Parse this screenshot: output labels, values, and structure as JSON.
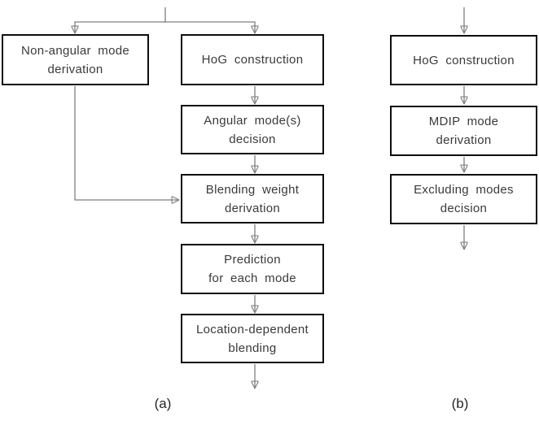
{
  "colors": {
    "box_border": "#0d0d0d",
    "box_fill": "#ffffff",
    "text": "#3a3a3a",
    "connector_line": "#7f7f7f",
    "arrowhead": "#111111"
  },
  "diagram_a": {
    "caption": "(a)",
    "boxes": {
      "non_angular": "Non-angular mode\nderivation",
      "hog": "HoG construction",
      "angular": "Angular mode(s)\ndecision",
      "blending_weight": "Blending weight\nderivation",
      "prediction": "Prediction\nfor each mode",
      "location": "Location-dependent\nblending"
    },
    "connections": [
      "input splits to Non-angular mode derivation and HoG construction",
      "HoG construction -> Angular mode(s) decision",
      "Angular mode(s) decision -> Blending weight derivation",
      "Non-angular mode derivation -> Blending weight derivation",
      "Blending weight derivation -> Prediction for each mode",
      "Prediction for each mode -> Location-dependent blending",
      "Location-dependent blending -> output"
    ]
  },
  "diagram_b": {
    "caption": "(b)",
    "boxes": {
      "hog": "HoG construction",
      "mdip": "MDIP mode\nderivation",
      "excluding": "Excluding modes\ndecision"
    },
    "connections": [
      "input -> HoG construction",
      "HoG construction -> MDIP mode derivation",
      "MDIP mode derivation -> Excluding modes decision",
      "Excluding modes decision -> output"
    ]
  }
}
